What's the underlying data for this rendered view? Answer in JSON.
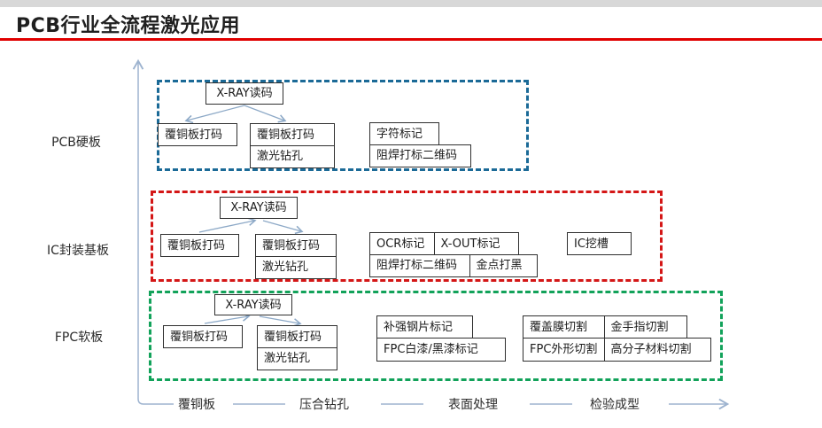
{
  "header": {
    "title": "PCB行业全流程激光应用"
  },
  "colors": {
    "top_bar": "#d8d8d8",
    "title_underline": "#e00000",
    "group_pcb_border": "#1b6a97",
    "group_ic_border": "#d41616",
    "group_fpc_border": "#12a25a",
    "axis_line": "#9db3cf",
    "connector_arrow": "#8da9c7"
  },
  "groups": [
    {
      "label": "PCB硬板",
      "boxes": {
        "xray": "X-RAY读码",
        "ccl_mark_left": "覆铜板打码",
        "ccl_mark_right": "覆铜板打码",
        "laser_drill": "激光钻孔",
        "char_mark": "字符标记",
        "soldermask_qr": "阻焊打标二维码"
      }
    },
    {
      "label": "IC封装基板",
      "boxes": {
        "xray": "X-RAY读码",
        "ccl_mark_left": "覆铜板打码",
        "ccl_mark_right": "覆铜板打码",
        "laser_drill": "激光钻孔",
        "ocr_mark": "OCR标记",
        "xout_mark": "X-OUT标记",
        "soldermask_qr": "阻焊打标二维码",
        "gold_blackening": "金点打黑",
        "ic_groove": "IC挖槽"
      }
    },
    {
      "label": "FPC软板",
      "boxes": {
        "xray": "X-RAY读码",
        "ccl_mark_left": "覆铜板打码",
        "ccl_mark_right": "覆铜板打码",
        "laser_drill": "激光钻孔",
        "stiffener_mark": "补强钢片标记",
        "paint_mark": "FPC白漆/黑漆标记",
        "coverlay_cut": "覆盖膜切割",
        "gold_finger_cut": "金手指切割",
        "fpc_outline_cut": "FPC外形切割",
        "polymer_cut": "高分子材料切割"
      }
    }
  ],
  "axis": {
    "stages": [
      "覆铜板",
      "压合钻孔",
      "表面处理",
      "检验成型"
    ]
  }
}
